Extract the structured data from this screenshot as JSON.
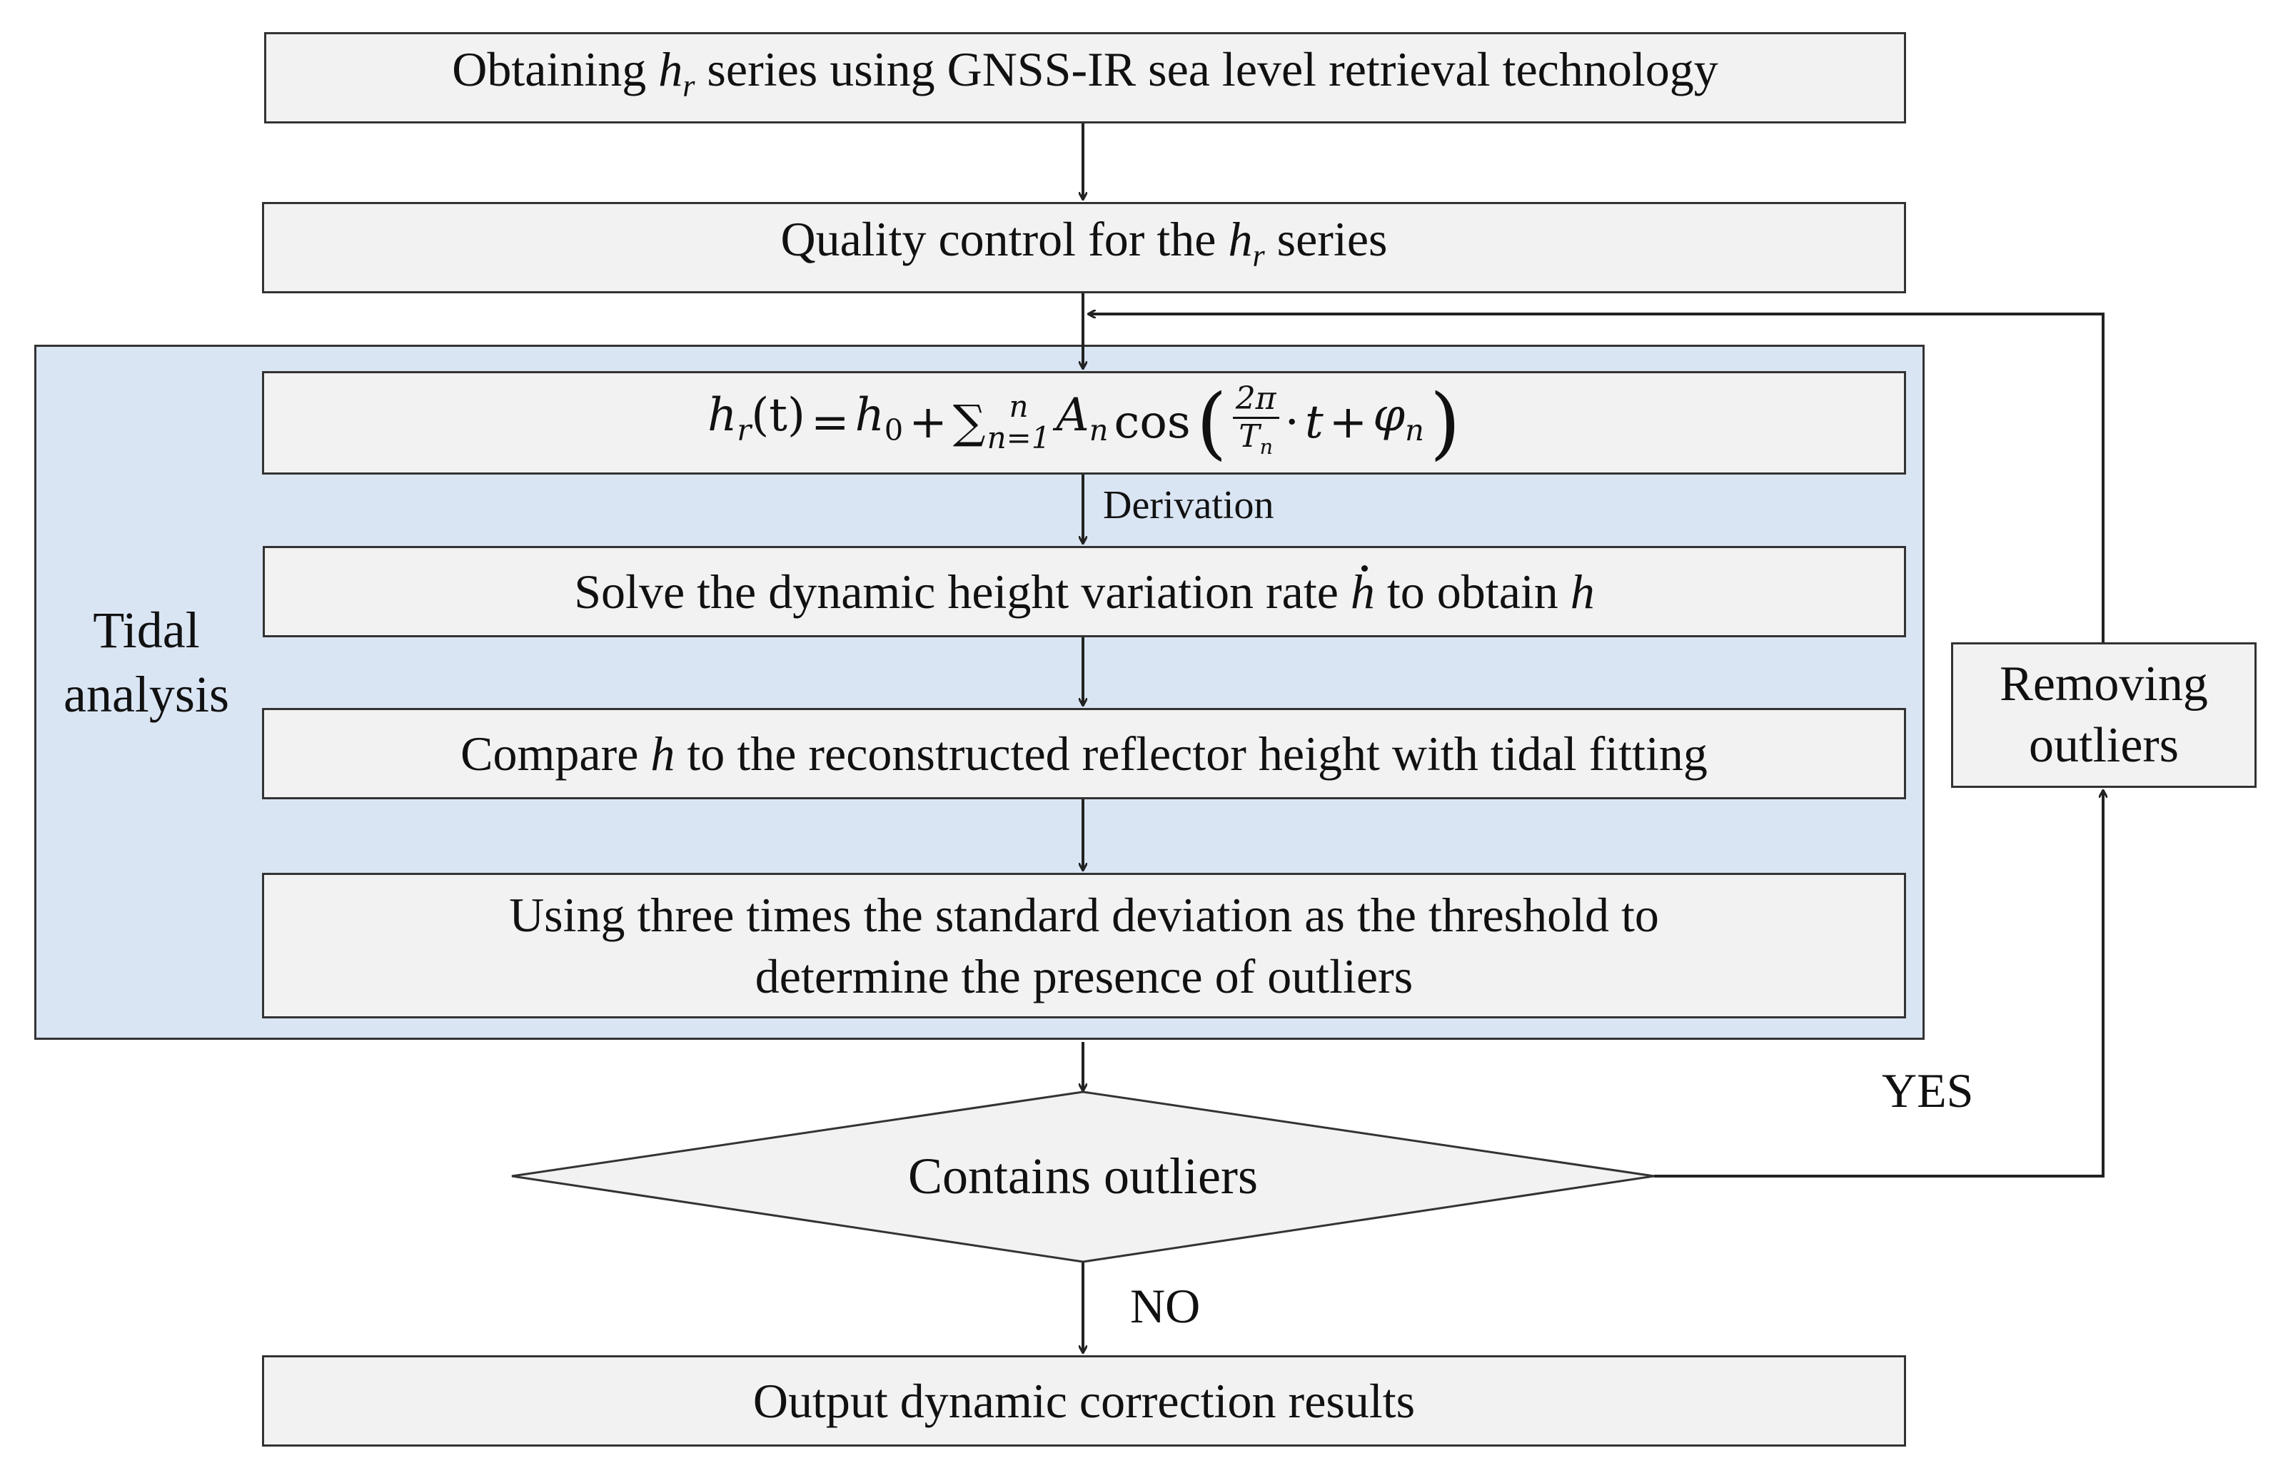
{
  "nodes": {
    "step1": {
      "prefix": "Obtaining ",
      "var": "h",
      "sub": "r",
      "suffix": " series using GNSS-IR sea level retrieval technology"
    },
    "step2": {
      "prefix": "Quality control for the ",
      "var": "h",
      "sub": "r",
      "suffix": " series"
    },
    "formula": {
      "lhs": "h",
      "lhs_sub": "r",
      "lhs_arg": "(t)",
      "eq": "=",
      "h0": "h",
      "h0_sub": "0",
      "plus": "+",
      "sum": "∑",
      "sum_sup": "n",
      "sum_sub": "n=1",
      "amp": "A",
      "amp_sub": "n",
      "cos": "cos",
      "frac_num": "2π",
      "frac_den": "T",
      "frac_den_sub": "n",
      "dot": "·",
      "t": "t",
      "plus2": "+",
      "phi": "φ",
      "phi_sub": "n",
      "lparen": "(",
      "rparen": ")"
    },
    "step4": {
      "prefix": "Solve the dynamic height variation rate ",
      "var": "h",
      "middle": " to obtain ",
      "var2": "h"
    },
    "step5": {
      "prefix": "Compare ",
      "var": "h",
      "suffix": " to the reconstructed reflector height with tidal fitting"
    },
    "step6": {
      "line1": "Using three times the standard deviation as the threshold to",
      "line2": "determine the presence of outliers"
    },
    "decision": "Contains outliers",
    "removing": {
      "line1": "Removing",
      "line2": "outliers"
    },
    "output": "Output dynamic correction results"
  },
  "panel": {
    "line1": "Tidal",
    "line2": "analysis",
    "color": "#dae5f4"
  },
  "edge_labels": {
    "derivation": "Derivation",
    "yes": "YES",
    "no": "NO"
  },
  "colors": {
    "box": "#f2f2f2",
    "border": "#333333",
    "panel": "#dae5f4"
  }
}
